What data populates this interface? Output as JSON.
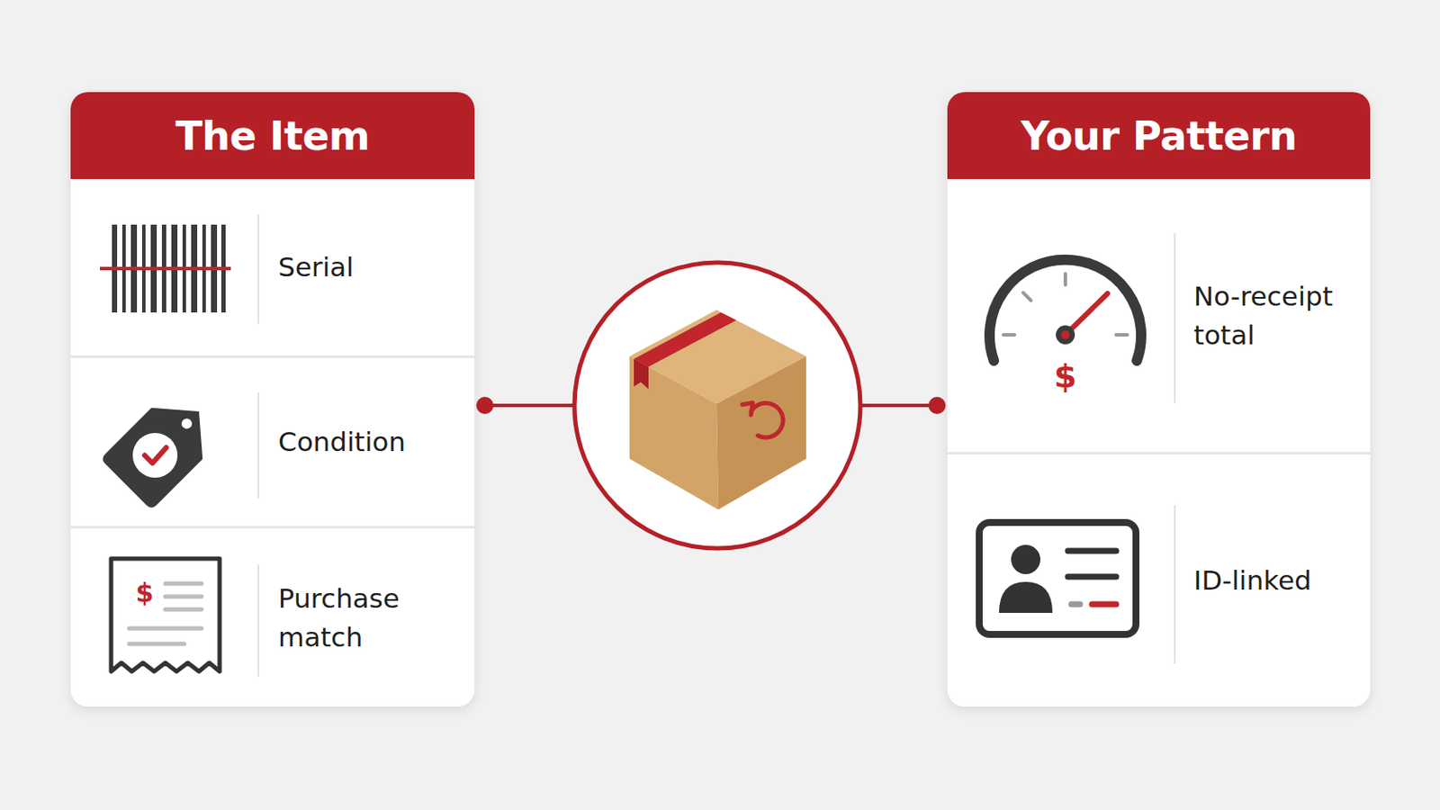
{
  "diagram": {
    "nodes": [
      {
        "text": [
          "The Item"
        ]
      },
      {
        "text": [
          "Serial"
        ],
        "in": 0
      },
      {
        "text": [
          "Condition"
        ],
        "in": 0
      },
      {
        "text": [
          "Purchase match"
        ],
        "in": 0
      },
      {
        "text": [
          "Your Pattern"
        ]
      },
      {
        "text": [
          "No-receipt total"
        ],
        "in": 4
      },
      {
        "text": [
          "ID-linked"
        ],
        "in": 4
      }
    ],
    "labels": [
      "$",
      "$"
    ]
  }
}
